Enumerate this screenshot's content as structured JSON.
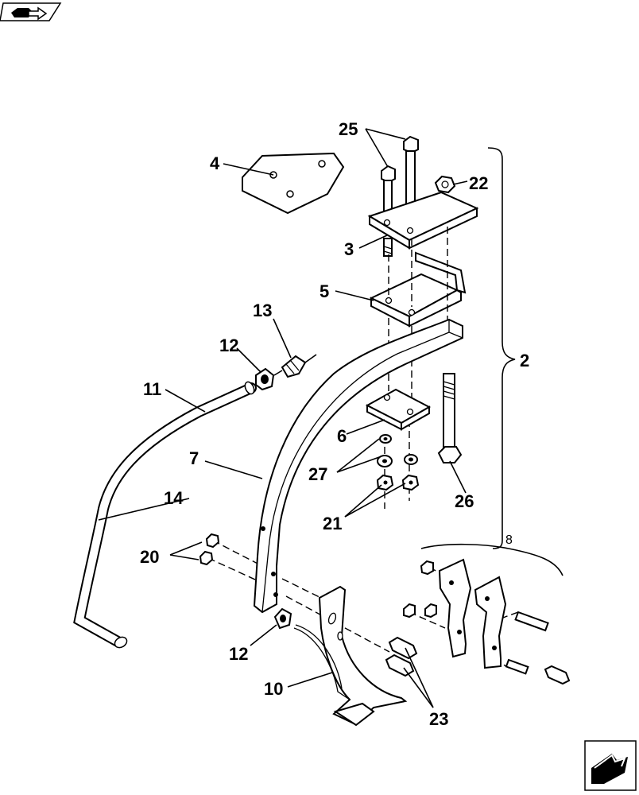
{
  "diagram": {
    "labels": {
      "l2": "2",
      "l3": "3",
      "l4": "4",
      "l5": "5",
      "l6": "6",
      "l7": "7",
      "l8": "8",
      "l10": "10",
      "l11": "11",
      "l12a": "12",
      "l12b": "12",
      "l13": "13",
      "l14": "14",
      "l20": "20",
      "l21": "21",
      "l22": "22",
      "l23": "23",
      "l25": "25",
      "l26": "26",
      "l27": "27"
    }
  },
  "icons": {
    "top_left": "book-arrow-icon",
    "bottom_right": "next-page-arrow-icon"
  }
}
